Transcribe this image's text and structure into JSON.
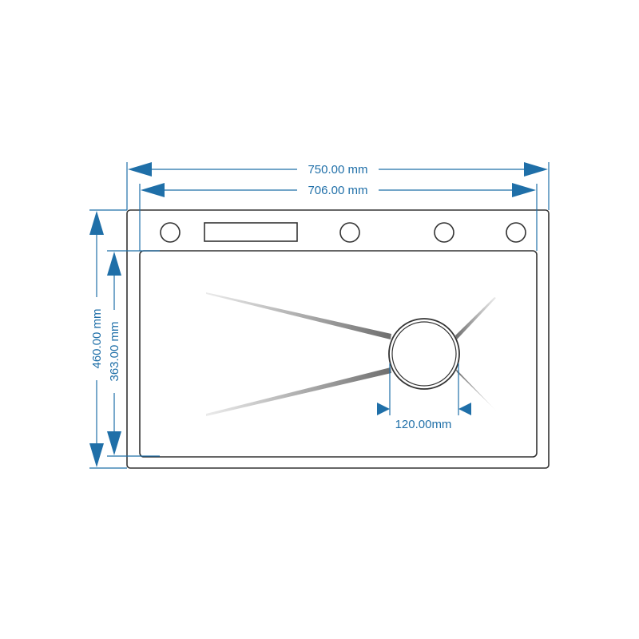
{
  "dimensions": {
    "overall_width": "750.00 mm",
    "inner_width": "706.00 mm",
    "overall_height": "460.00 mm",
    "inner_height": "363.00 mm",
    "drain_diameter": "120.00mm"
  },
  "colors": {
    "dimension": "#1f6fa8",
    "outline": "#333333",
    "groove": "#7a7a7a"
  }
}
